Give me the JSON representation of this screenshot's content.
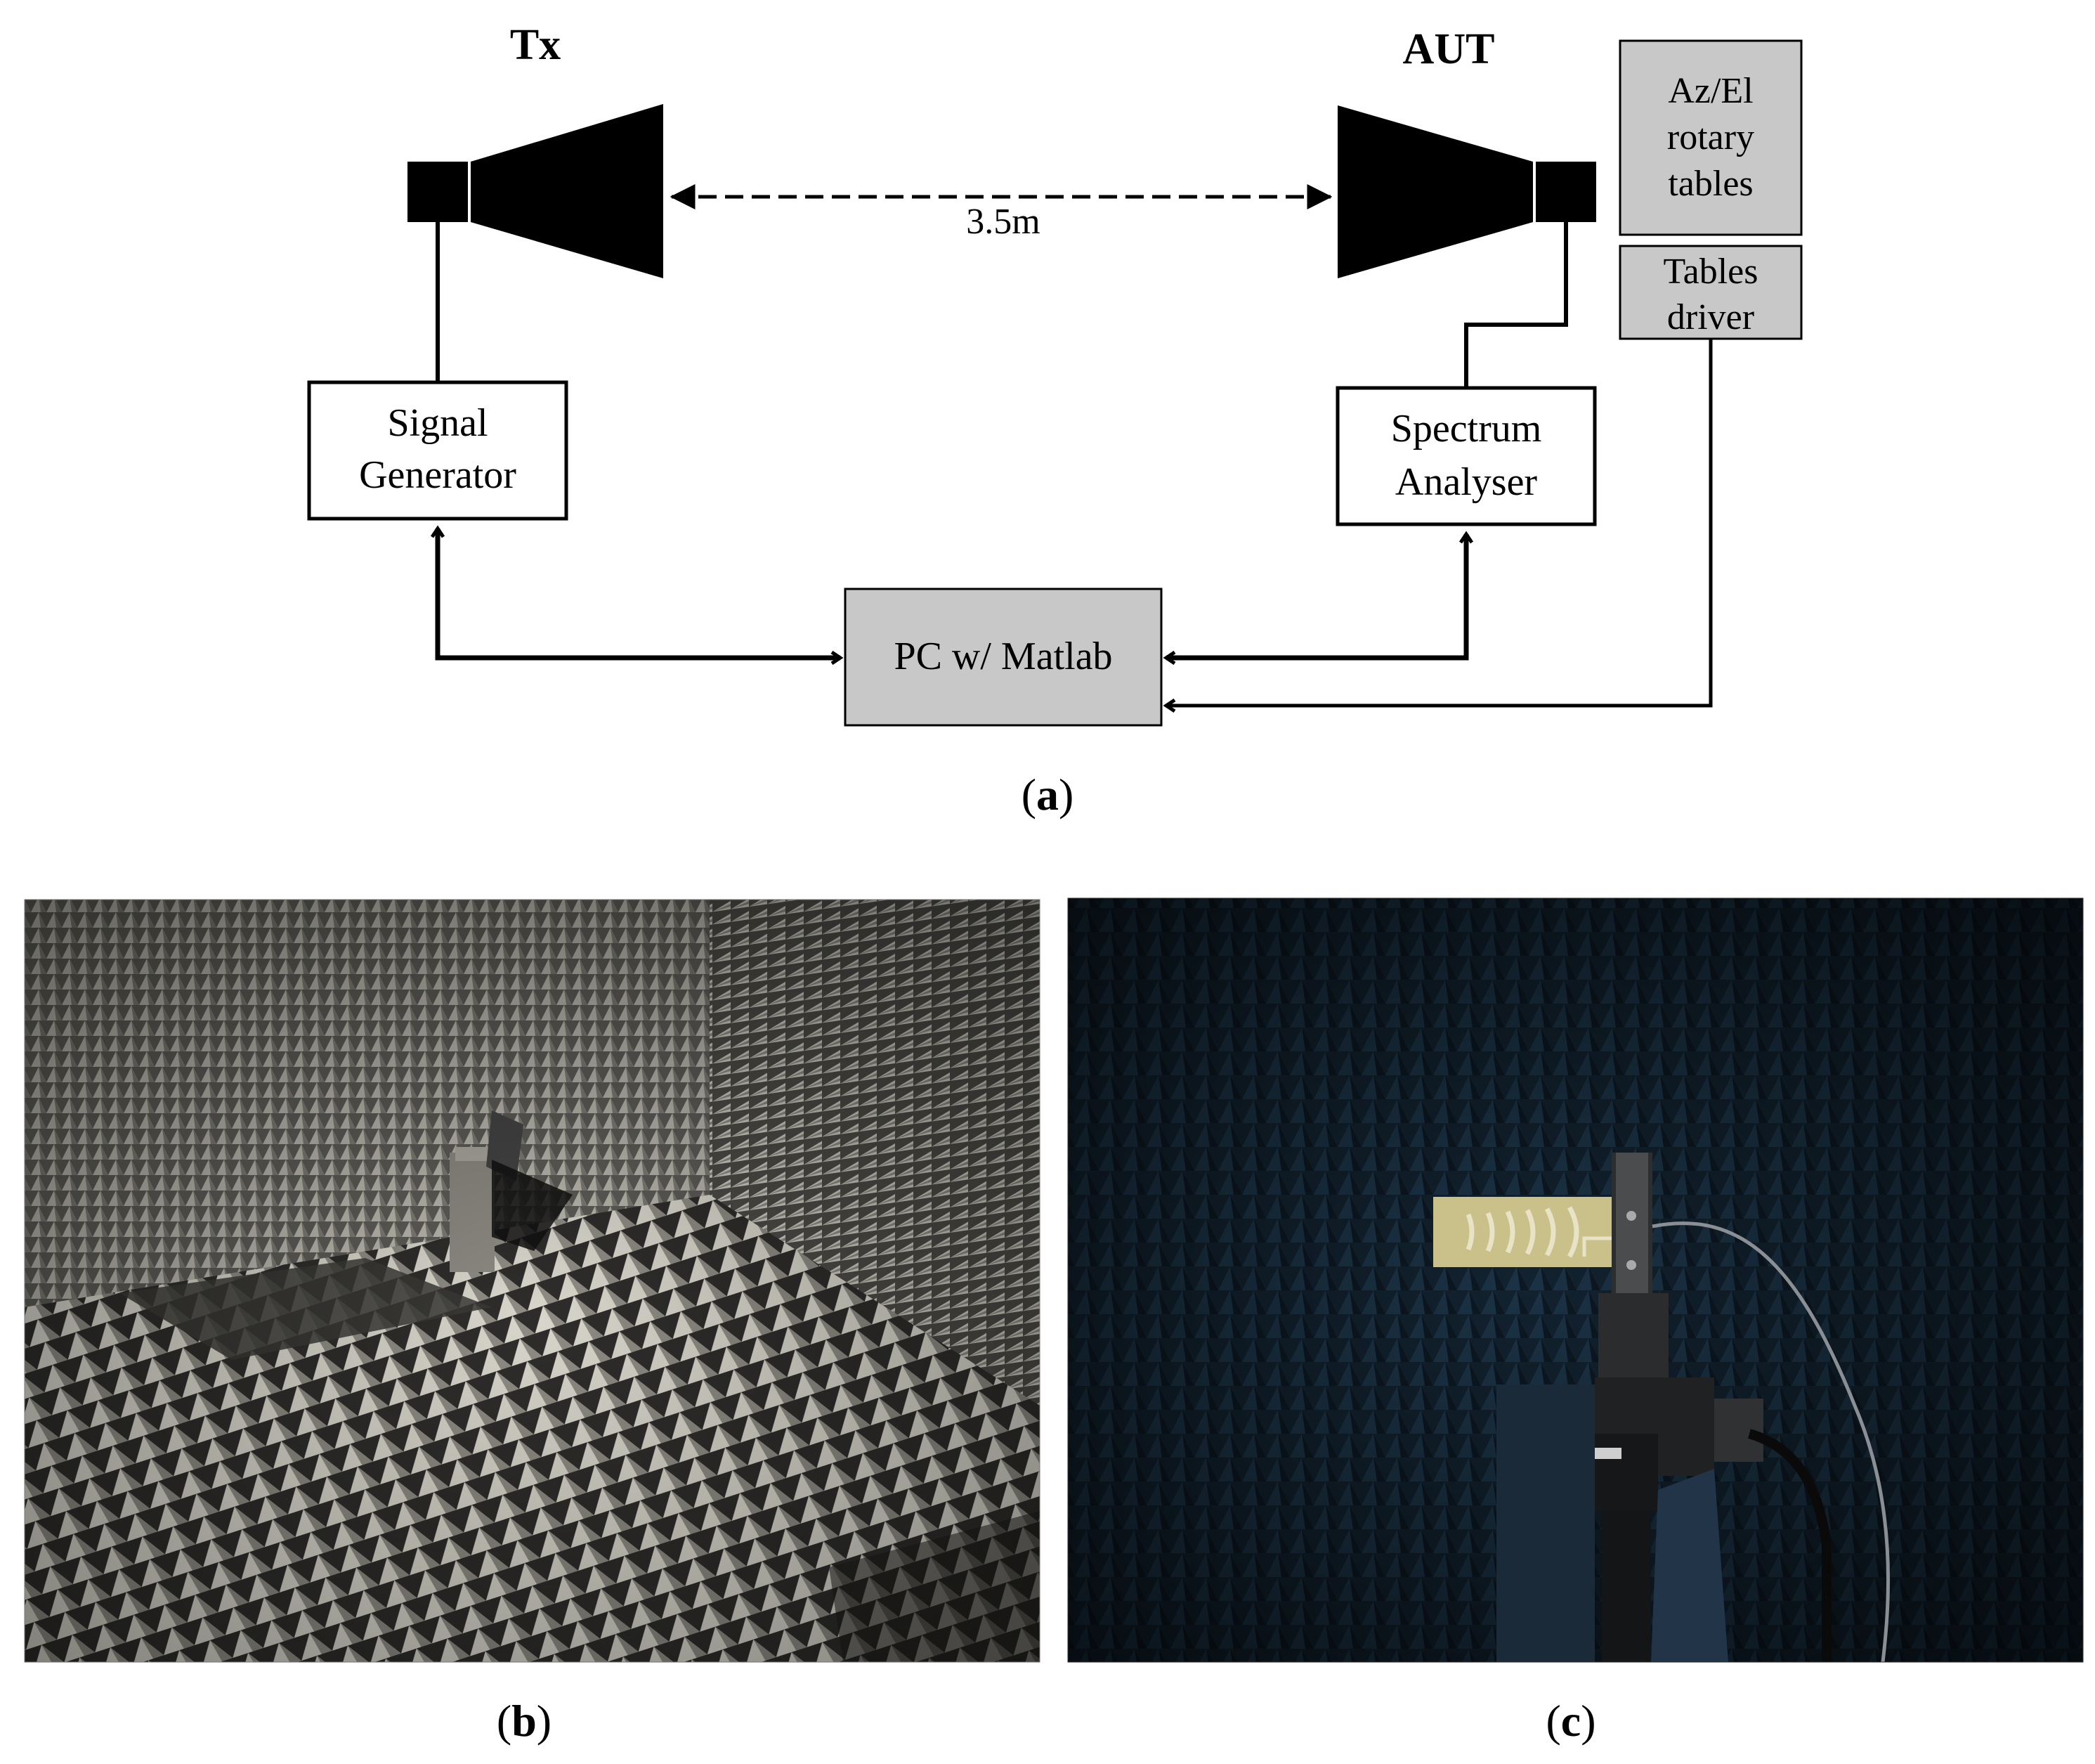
{
  "diagram": {
    "tx_label": "Tx",
    "aut_label": "AUT",
    "distance_label": "3.5m",
    "signal_generator": [
      "Signal",
      "Generator"
    ],
    "spectrum_analyser": [
      "Spectrum",
      "Analyser"
    ],
    "pc_label": "PC w/ Matlab",
    "rotary_tables": [
      "Az/El",
      "rotary",
      "tables"
    ],
    "tables_driver": [
      "Tables",
      "driver"
    ],
    "colors": {
      "box_fill": "#c8c8c8",
      "line": "#000000"
    }
  },
  "captions": {
    "a": {
      "open": "(",
      "letter": "a",
      "close": ")"
    },
    "b": {
      "open": "(",
      "letter": "b",
      "close": ")"
    },
    "c": {
      "open": "(",
      "letter": "c",
      "close": ")"
    }
  },
  "photos": {
    "b": {
      "subject": "anechoic-chamber-photo",
      "colors": {
        "bg": "#6d6c66",
        "light": "#c8c6bb",
        "dark": "#2a2a28"
      }
    },
    "c": {
      "subject": "aut-on-positioner-photo",
      "colors": {
        "bg": "#132536",
        "board": "#c9c08a",
        "mount": "#26282a"
      }
    }
  }
}
